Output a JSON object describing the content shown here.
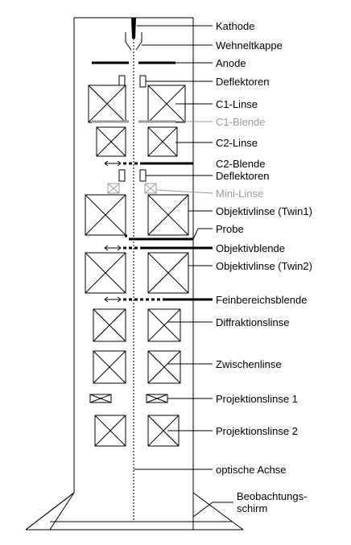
{
  "labels": {
    "kathode": "Kathode",
    "wehneltkappe": "Wehneltkappe",
    "anode": "Anode",
    "deflektoren_1": "Deflektoren",
    "c1_linse": "C1-Linse",
    "c1_blende": "C1-Blende",
    "c2_linse": "C2-Linse",
    "c2_blende": "C2-Blende",
    "deflektoren_2": "Deflektoren",
    "mini_linse": "Mini-Linse",
    "objektivlinse_twin1": "Objektivlinse (Twin1)",
    "probe": "Probe",
    "objektivblende": "Objektivblende",
    "objektivlinse_twin2": "Objektivlinse (Twin2)",
    "feinbereichsblende": "Feinbereichsblende",
    "diffraktionslinse": "Diffraktionslinse",
    "zwischenlinse": "Zwischenlinse",
    "projektionslinse_1": "Projektionslinse 1",
    "projektionslinse_2": "Projektionslinse 2",
    "optische_achse": "optische Achse",
    "beobachtungsschirm": "Beobachtungs-schirm"
  },
  "colors": {
    "line": "#000000",
    "inactive": "#9a9a9a",
    "background": "#ffffff"
  }
}
